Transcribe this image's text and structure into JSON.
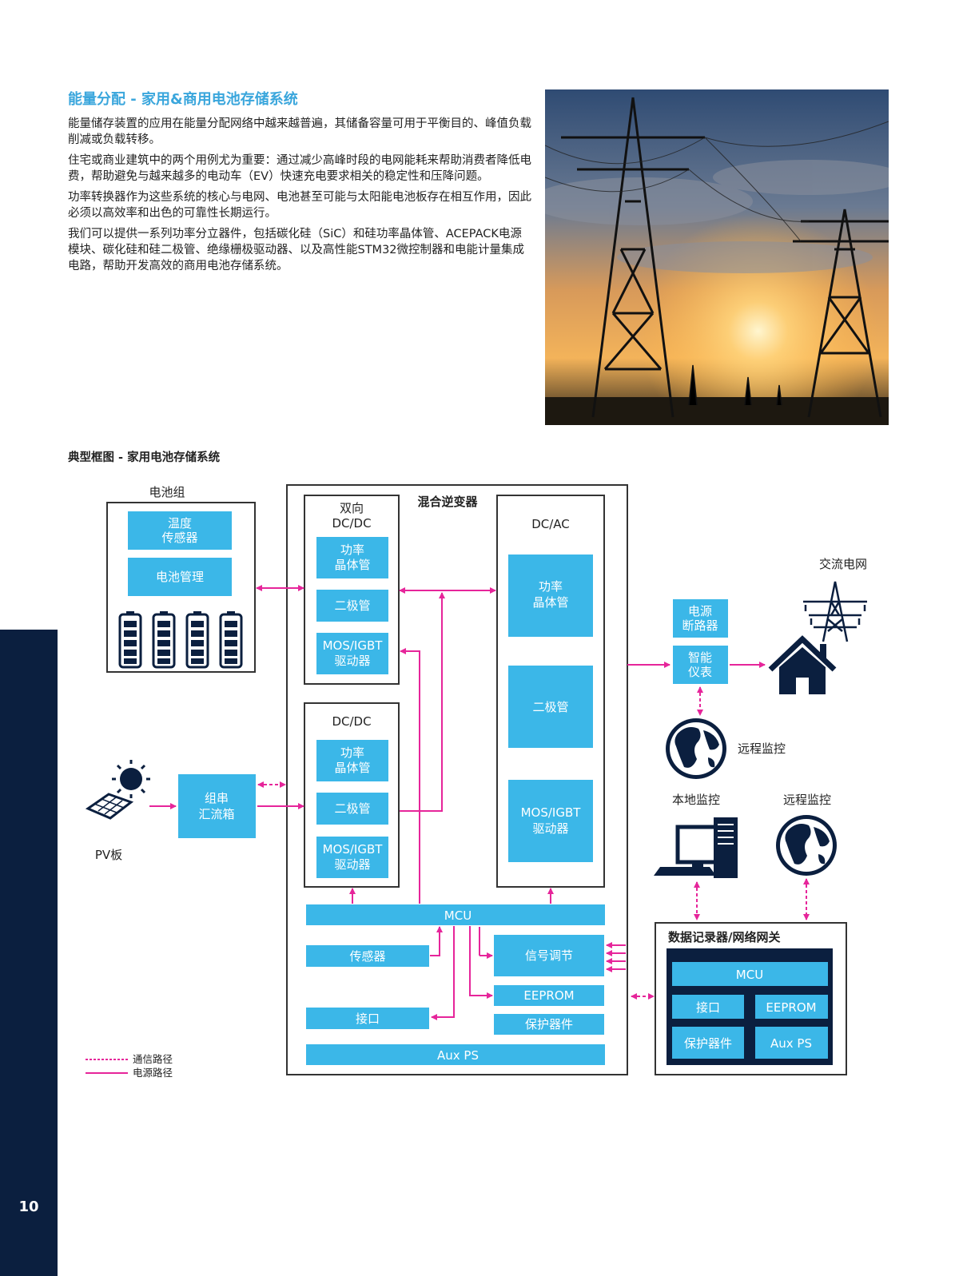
{
  "page": {
    "number": "10"
  },
  "section": {
    "title": "能量分配 - 家用&商用电池存储系统",
    "paragraphs": [
      "能量储存装置的应用在能量分配网络中越来越普遍，其储备容量可用于平衡目的、峰值负载削减或负载转移。",
      "住宅或商业建筑中的两个用例尤为重要：通过减少高峰时段的电网能耗来帮助消费者降低电费，帮助避免与越来越多的电动车（EV）快速充电要求相关的稳定性和压降问题。",
      "功率转换器作为这些系统的核心与电网、电池甚至可能与太阳能电池板存在相互作用，因此必须以高效率和出色的可靠性长期运行。",
      "我们可以提供一系列功率分立器件，包括碳化硅（SiC）和硅功率晶体管、ACEPACK电源模块、碳化硅和硅二极管、绝缘栅极驱动器、以及高性能STM32微控制器和电能计量集成电路，帮助开发高效的商用电池存储系统。"
    ]
  },
  "diagram": {
    "title": "典型框图 - 家用电池存储系统",
    "colors": {
      "block": "#3bb7e8",
      "power_path": "#e6259a",
      "dark": "#0b1f3f"
    },
    "battery_pack": {
      "label": "电池组",
      "temp_sensor": [
        "温度",
        "传感器"
      ],
      "bms": "电池管理"
    },
    "hybrid_inverter": {
      "label": "混合逆变器"
    },
    "bidir_dcdc": {
      "label": [
        "双向",
        "DC/DC"
      ],
      "transistor": [
        "功率",
        "晶体管"
      ],
      "diode": "二极管",
      "driver": [
        "MOS/IGBT",
        "驱动器"
      ]
    },
    "dcdc": {
      "label": "DC/DC",
      "transistor": [
        "功率",
        "晶体管"
      ],
      "diode": "二极管",
      "driver": [
        "MOS/IGBT",
        "驱动器"
      ]
    },
    "dcac": {
      "label": "DC/AC",
      "transistor": [
        "功率",
        "晶体管"
      ],
      "diode": "二极管",
      "driver": [
        "MOS/IGBT",
        "驱动器"
      ]
    },
    "mcu": "MCU",
    "sensor": "传感器",
    "signal_cond": "信号调节",
    "eeprom": "EEPROM",
    "interface": "接口",
    "protection": "保护器件",
    "aux_ps": "Aux PS",
    "combiner": [
      "组串",
      "汇流箱"
    ],
    "pv_label": "PV板",
    "grid_label": "交流电网",
    "breaker": [
      "电源",
      "断路器"
    ],
    "smart_meter": [
      "智能",
      "仪表"
    ],
    "remote_monitor": "远程监控",
    "local_monitor": "本地监控",
    "remote_monitor2": "远程监控",
    "gateway": {
      "label": "数据记录器/网络网关",
      "mcu": "MCU",
      "interface": "接口",
      "eeprom": "EEPROM",
      "protection": "保护器件",
      "aux_ps": "Aux PS"
    },
    "legend": {
      "comm": "通信路径",
      "power": "电源路径"
    }
  }
}
